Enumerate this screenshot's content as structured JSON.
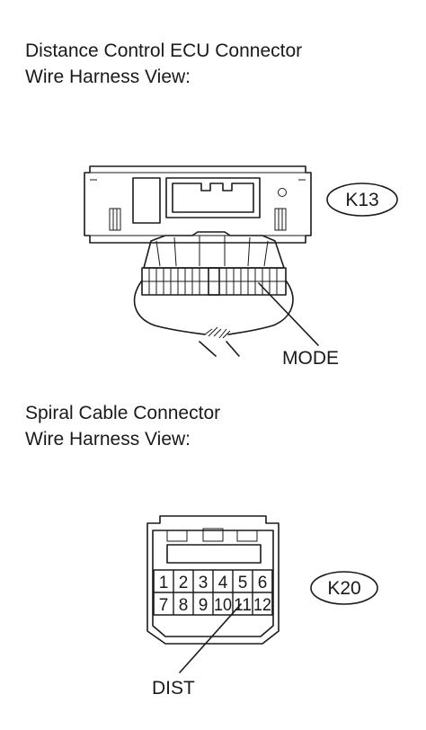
{
  "top_section": {
    "heading_line1": "Distance Control ECU Connector",
    "heading_line2": "Wire Harness View:",
    "connector_code": "K13",
    "terminal_label": "MODE"
  },
  "bottom_section": {
    "heading_line1": "Spiral Cable Connector",
    "heading_line2": "Wire Harness View:",
    "connector_code": "K20",
    "terminal_label": "DIST",
    "pins_row1": [
      "1",
      "2",
      "3",
      "4",
      "5",
      "6"
    ],
    "pins_row2": [
      "7",
      "8",
      "9",
      "10",
      "11",
      "12"
    ]
  }
}
